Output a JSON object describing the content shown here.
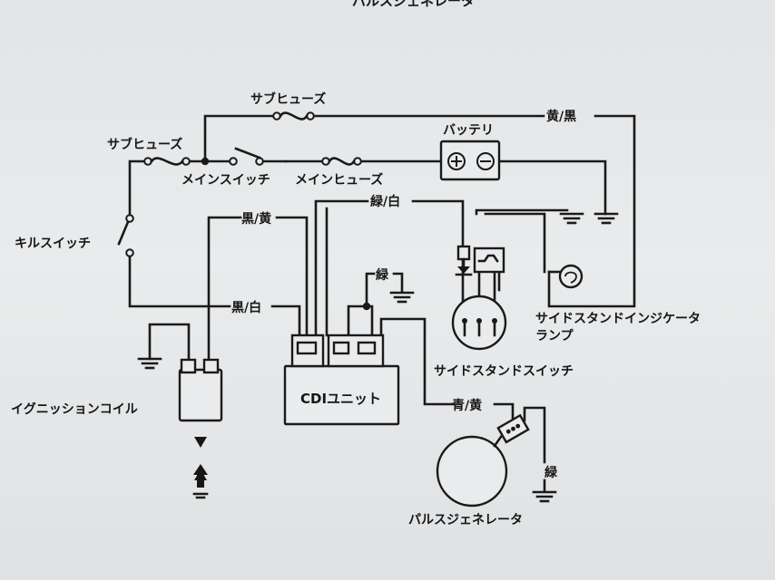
{
  "title_partial": "パルスジェネレータ",
  "labels": {
    "sub_fuse_top": "サブヒューズ",
    "sub_fuse_left": "サブヒューズ",
    "battery": "バッテリ",
    "main_switch": "メインスイッチ",
    "main_fuse": "メインヒューズ",
    "yellow_black": "黄/黒",
    "green_white": "緑/白",
    "black_yellow": "黒/黄",
    "kill_switch": "キルスイッチ",
    "black_white": "黒/白",
    "green": "緑",
    "side_stand_indicator_line1": "サイドスタンドインジケータ",
    "side_stand_indicator_line2": "ランプ",
    "side_stand_switch": "サイドスタンドスイッチ",
    "ignition_coil": "イグニッションコイル",
    "cdi_unit": "CDIユニット",
    "blue_yellow": "青/黄",
    "green_vertical": "緑",
    "pulse_generator": "パルスジェネレータ"
  }
}
